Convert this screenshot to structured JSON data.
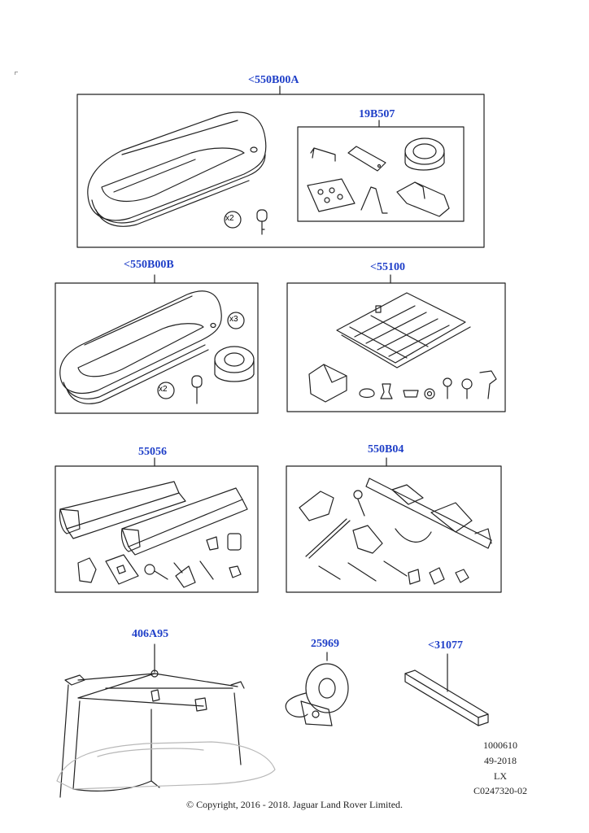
{
  "callouts": {
    "roof_box_large": "<550B00A",
    "fitting_kit": "19B507",
    "roof_box_medium": "<550B00B",
    "luggage_basket": "<55100",
    "ski_carrier": "55056",
    "cycle_carrier": "550B04",
    "storage_hoist": "406A95",
    "ratchet_strap": "25969",
    "rail_profile": "<31077"
  },
  "quantity_labels": {
    "keys_a": "x2",
    "keys_b": "x2",
    "straps_b": "x3"
  },
  "footer": {
    "ref_number": "1000610",
    "date_code": "49-2018",
    "model": "LX",
    "illustration_id": "C0247320-02",
    "copyright": "© Copyright, 2016 - 2018. Jaguar Land Rover Limited."
  },
  "colors": {
    "callout": "#1f3fc8",
    "line": "#222222"
  }
}
